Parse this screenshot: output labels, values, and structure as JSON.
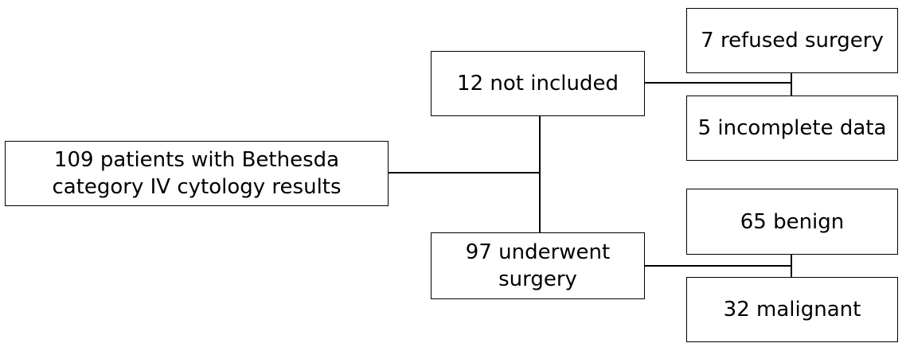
{
  "nodes": {
    "root": "109 patients with Bethesda\ncategory IV cytology results",
    "not_included": "12 not included",
    "refused": "7 refused surgery",
    "incomplete": "5 incomplete data",
    "surgery": "97 underwent\nsurgery",
    "benign": "65 benign",
    "malignant": "32 malignant"
  }
}
